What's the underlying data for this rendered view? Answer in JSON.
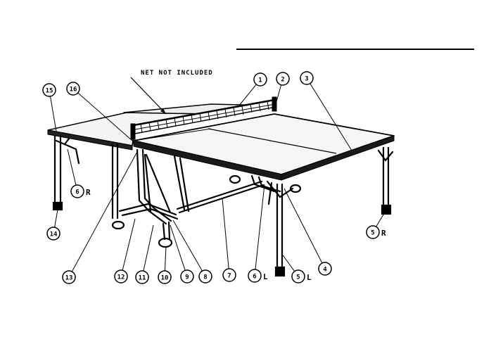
{
  "header_rule": true,
  "note": {
    "text": "NET NOT INCLUDED"
  },
  "callouts": [
    {
      "id": "c1",
      "label": "1",
      "suffix": "",
      "part": "net-bracket"
    },
    {
      "id": "c2",
      "label": "2",
      "suffix": "",
      "part": "net-post"
    },
    {
      "id": "c3",
      "label": "3",
      "suffix": "",
      "part": "table-top-right"
    },
    {
      "id": "c4",
      "label": "4",
      "suffix": "",
      "part": "leg-brace"
    },
    {
      "id": "c5L",
      "label": "5",
      "suffix": "L",
      "part": "leg-left"
    },
    {
      "id": "c5R",
      "label": "5",
      "suffix": "R",
      "part": "leg-right"
    },
    {
      "id": "c6L",
      "label": "6",
      "suffix": "L",
      "part": "leg-support-left"
    },
    {
      "id": "c6R",
      "label": "6",
      "suffix": "R",
      "part": "leg-support-right"
    },
    {
      "id": "c7",
      "label": "7",
      "suffix": "",
      "part": "cross-bar"
    },
    {
      "id": "c8",
      "label": "8",
      "suffix": "",
      "part": "hinge"
    },
    {
      "id": "c9",
      "label": "9",
      "suffix": "",
      "part": "bolt"
    },
    {
      "id": "c10",
      "label": "10",
      "suffix": "",
      "part": "caster"
    },
    {
      "id": "c11",
      "label": "11",
      "suffix": "",
      "part": "frame-leg"
    },
    {
      "id": "c12",
      "label": "12",
      "suffix": "",
      "part": "base-frame"
    },
    {
      "id": "c13",
      "label": "13",
      "suffix": "",
      "part": "center-frame"
    },
    {
      "id": "c14",
      "label": "14",
      "suffix": "",
      "part": "leg-cap"
    },
    {
      "id": "c15",
      "label": "15",
      "suffix": "",
      "part": "table-top-left"
    },
    {
      "id": "c16",
      "label": "16",
      "suffix": "",
      "part": "top-edge"
    }
  ]
}
